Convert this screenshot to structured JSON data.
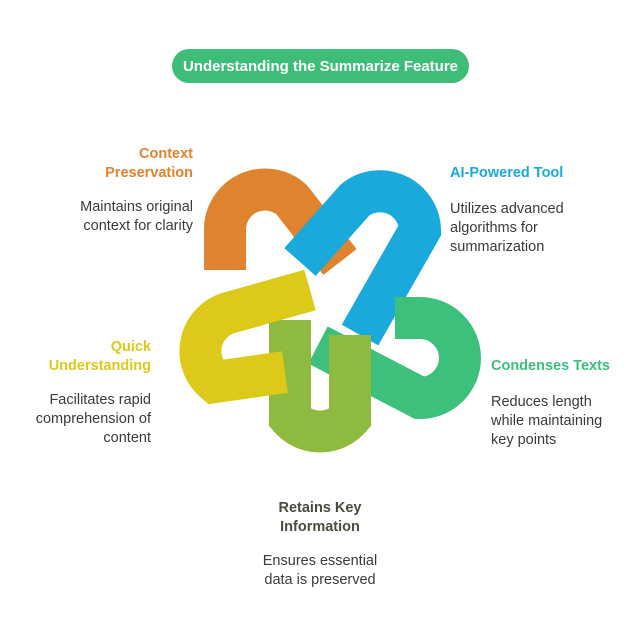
{
  "title": "Understanding the Summarize Feature",
  "colors": {
    "title_bg": "#3dbd78",
    "orange": "#e0832e",
    "blue": "#1aa9db",
    "green": "#3cc07c",
    "olive": "#8dba3f",
    "yellow": "#ddc91a",
    "dark": "#4a4a3e"
  },
  "nodes": [
    {
      "id": "context",
      "title": "Context\nPreservation",
      "description": "Maintains original\ncontext for clarity",
      "color": "#e0832e"
    },
    {
      "id": "ai",
      "title": "AI-Powered Tool",
      "description": "Utilizes advanced\nalgorithms for\nsummarization",
      "color": "#1aa9db"
    },
    {
      "id": "condenses",
      "title": "Condenses Texts",
      "description": "Reduces length\nwhile maintaining\nkey points",
      "color": "#3cc07c"
    },
    {
      "id": "retains",
      "title": "Retains Key\nInformation",
      "description": "Ensures essential\ndata is preserved",
      "color": "#4a4a3e"
    },
    {
      "id": "quick",
      "title": "Quick\nUnderstanding",
      "description": "Facilitates rapid\ncomprehension of\ncontent",
      "color": "#ddc91a"
    }
  ]
}
